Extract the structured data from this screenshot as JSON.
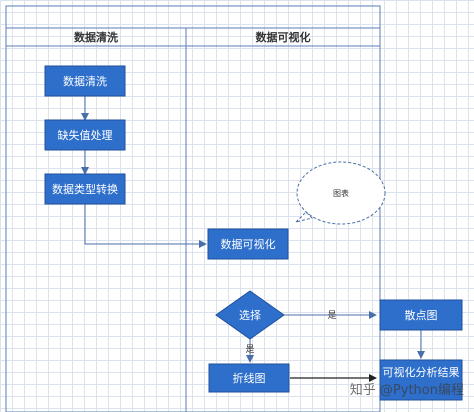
{
  "lanes": [
    {
      "id": "lane1",
      "title": "数据清洗"
    },
    {
      "id": "lane2",
      "title": "数据可视化"
    }
  ],
  "nodes": {
    "clean": "数据清洗",
    "missing": "缺失值处理",
    "convert": "数据类型转换",
    "visualize": "数据可视化",
    "select": "选择",
    "scatter": "散点图",
    "line": "折线图",
    "result": "可视化分析结果"
  },
  "bubble": "图表",
  "edges": {
    "yes_right": "是",
    "yes_down": "是"
  },
  "watermark": "知乎 @Python编程",
  "colors": {
    "node_fill": "#2e6fcc",
    "node_stroke": "#1f4f9a",
    "edge": "#4a6fa8",
    "lane_border": "#5b7db8"
  }
}
